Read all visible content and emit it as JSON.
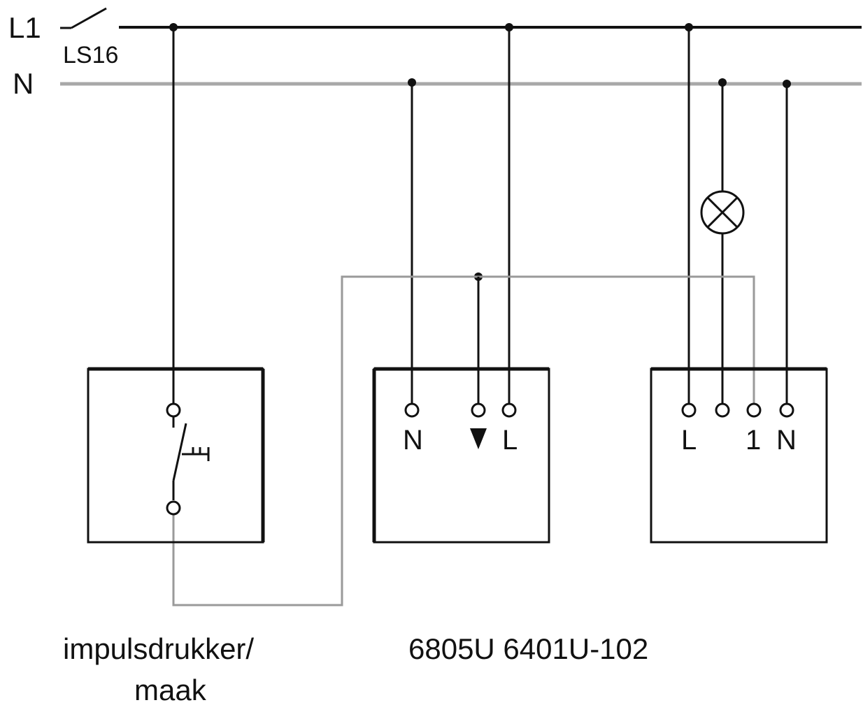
{
  "rails": {
    "l1_label": "L1",
    "breaker_label": "LS16",
    "n_label": "N"
  },
  "pushbutton": {
    "caption_line1": "impulsdrukker/",
    "caption_line2": "maak"
  },
  "unit_middle": {
    "terminal_n": "N",
    "terminal_l": "L"
  },
  "unit_right": {
    "terminal_l": "L",
    "terminal_1": "1",
    "terminal_n": "N"
  },
  "model_caption": "6805U 6401U-102",
  "colors": {
    "phase": "#111111",
    "neutral": "#a8a8a8",
    "control": "#9a9a9a"
  }
}
